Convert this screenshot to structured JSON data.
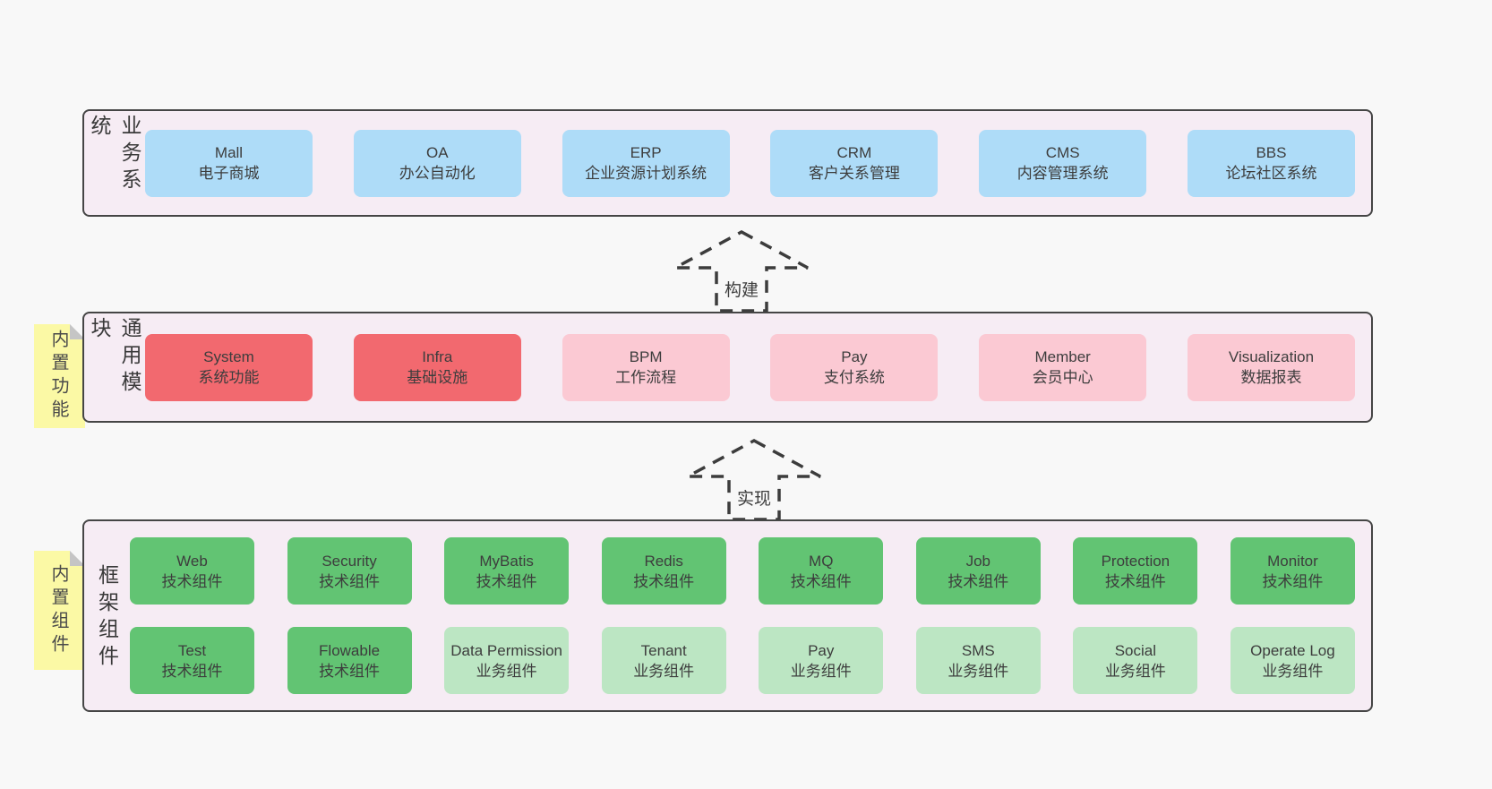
{
  "arrows": [
    {
      "label": "构建"
    },
    {
      "label": "实现"
    }
  ],
  "layers": [
    {
      "label": "业务系统",
      "note": null,
      "rows": [
        [
          {
            "en": "Mall",
            "zh": "电子商城",
            "variant": "blue"
          },
          {
            "en": "OA",
            "zh": "办公自动化",
            "variant": "blue"
          },
          {
            "en": "ERP",
            "zh": "企业资源计划系统",
            "variant": "blue"
          },
          {
            "en": "CRM",
            "zh": "客户关系管理",
            "variant": "blue"
          },
          {
            "en": "CMS",
            "zh": "内容管理系统",
            "variant": "blue"
          },
          {
            "en": "BBS",
            "zh": "论坛社区系统",
            "variant": "blue"
          }
        ]
      ]
    },
    {
      "label": "通用模块",
      "note": "内置功能",
      "rows": [
        [
          {
            "en": "System",
            "zh": "系统功能",
            "variant": "red"
          },
          {
            "en": "Infra",
            "zh": "基础设施",
            "variant": "red"
          },
          {
            "en": "BPM",
            "zh": "工作流程",
            "variant": "pink"
          },
          {
            "en": "Pay",
            "zh": "支付系统",
            "variant": "pink"
          },
          {
            "en": "Member",
            "zh": "会员中心",
            "variant": "pink"
          },
          {
            "en": "Visualization",
            "zh": "数据报表",
            "variant": "pink"
          }
        ]
      ]
    },
    {
      "label": "框架组件",
      "note": "内置组件",
      "rows": [
        [
          {
            "en": "Web",
            "zh": "技术组件",
            "variant": "green"
          },
          {
            "en": "Security",
            "zh": "技术组件",
            "variant": "green"
          },
          {
            "en": "MyBatis",
            "zh": "技术组件",
            "variant": "green"
          },
          {
            "en": "Redis",
            "zh": "技术组件",
            "variant": "green"
          },
          {
            "en": "MQ",
            "zh": "技术组件",
            "variant": "green"
          },
          {
            "en": "Job",
            "zh": "技术组件",
            "variant": "green"
          },
          {
            "en": "Protection",
            "zh": "技术组件",
            "variant": "green"
          },
          {
            "en": "Monitor",
            "zh": "技术组件",
            "variant": "green"
          }
        ],
        [
          {
            "en": "Test",
            "zh": "技术组件",
            "variant": "green"
          },
          {
            "en": "Flowable",
            "zh": "技术组件",
            "variant": "green"
          },
          {
            "en": "Data Permission",
            "zh": "业务组件",
            "variant": "lightgreen"
          },
          {
            "en": "Tenant",
            "zh": "业务组件",
            "variant": "lightgreen"
          },
          {
            "en": "Pay",
            "zh": "业务组件",
            "variant": "lightgreen"
          },
          {
            "en": "SMS",
            "zh": "业务组件",
            "variant": "lightgreen"
          },
          {
            "en": "Social",
            "zh": "业务组件",
            "variant": "lightgreen"
          },
          {
            "en": "Operate Log",
            "zh": "业务组件",
            "variant": "lightgreen"
          }
        ]
      ]
    }
  ],
  "colors": {
    "page_background": "#f8f8f8",
    "layer_background": "#f6ecf4",
    "layer_border": "#454545",
    "blue_box": "#aedcf8",
    "red_box": "#f2696f",
    "pink_box": "#fbc9d3",
    "green_box": "#62c473",
    "light_green_box": "#bce6c3",
    "note_yellow": "#fbf9a5",
    "note_fold_gray": "#c5c5c5",
    "text": "#3d3d3d"
  }
}
